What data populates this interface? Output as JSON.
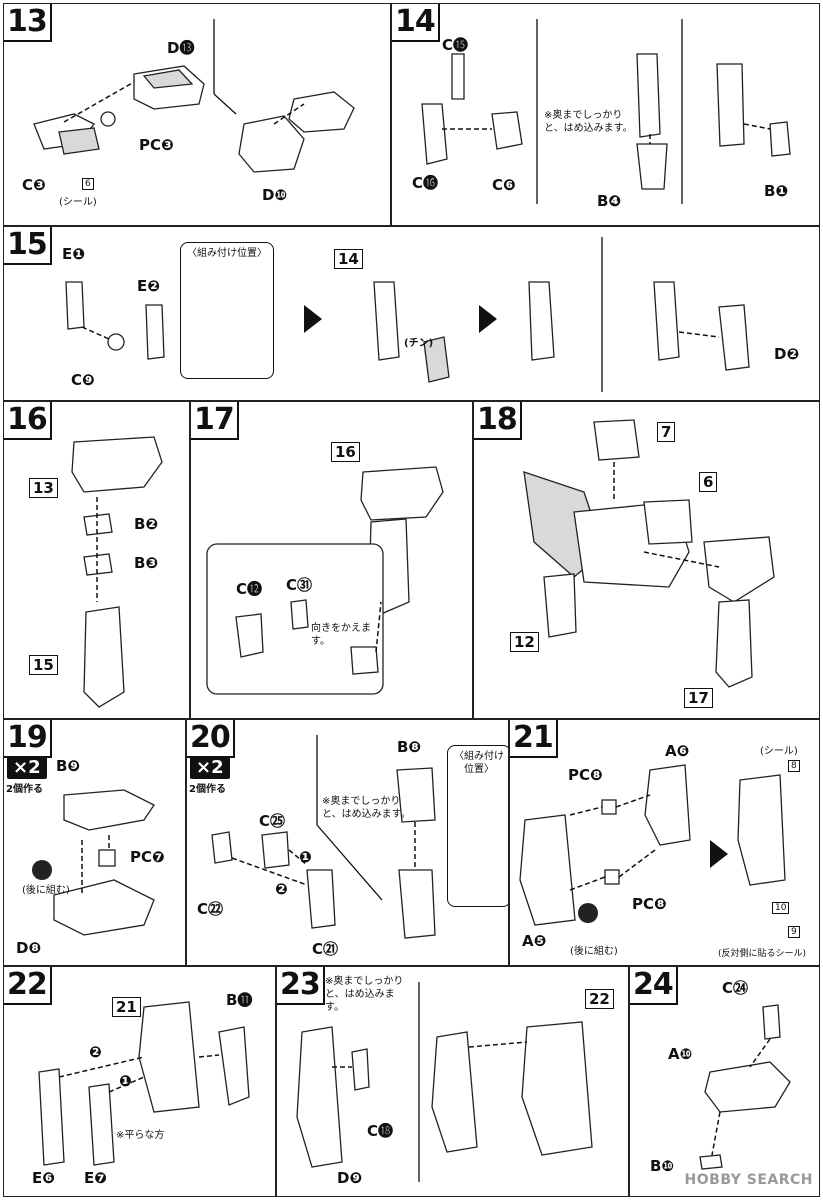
{
  "steps": {
    "s13": {
      "num": "13",
      "labels": {
        "d13": "D⓭",
        "pc3": "PC❸",
        "c3": "C❸",
        "d10": "D❿",
        "seal_tag": "6",
        "seal": "(シール)"
      }
    },
    "s14": {
      "num": "14",
      "labels": {
        "c15": "C⓯",
        "c16": "C⓰",
        "c6": "C❻",
        "b4": "B❹",
        "b1": "B❶"
      },
      "note": "※奥までしっかりと、はめ込みます。"
    },
    "s15": {
      "num": "15",
      "labels": {
        "e1": "E❶",
        "e2": "E❷",
        "c9": "C❾",
        "d2": "D❷",
        "ref14": "14",
        "click": "(チン)"
      },
      "box": "〈組み付け位置〉"
    },
    "s16": {
      "num": "16",
      "labels": {
        "ref13": "13",
        "b2": "B❷",
        "b3": "B❸",
        "ref15": "15"
      }
    },
    "s17": {
      "num": "17",
      "labels": {
        "ref16": "16",
        "c12": "C⓬",
        "c31": "C㉛"
      },
      "note": "向きをかえます。"
    },
    "s18": {
      "num": "18",
      "labels": {
        "ref7": "7",
        "ref6": "6",
        "ref12": "12",
        "ref17": "17"
      }
    },
    "s19": {
      "num": "19",
      "x2": "×2",
      "x2sub": "2個作る",
      "labels": {
        "b9": "B❾",
        "pc7": "PC❼",
        "d8": "D❽",
        "back": "(後に組む)"
      }
    },
    "s20": {
      "num": "20",
      "x2": "×2",
      "x2sub": "2個作る",
      "labels": {
        "b8": "B❽",
        "c25": "C㉕",
        "c22": "C㉒",
        "c21": "C㉑",
        "n1": "❶",
        "n2": "❷"
      },
      "note": "※奥までしっかりと、はめ込みます。",
      "box": "〈組み付け位置〉"
    },
    "s21": {
      "num": "21",
      "labels": {
        "pc8a": "PC❽",
        "a6": "A❻",
        "pc8b": "PC❽",
        "a5": "A❺",
        "back": "(後に組む)",
        "seal": "(シール)",
        "tag8": "8",
        "tag10": "10",
        "tag9": "9",
        "rev": "(反対側に貼るシール)"
      }
    },
    "s22": {
      "num": "22",
      "labels": {
        "ref21": "21",
        "b11": "B⓫",
        "e6": "E❻",
        "e7": "E❼",
        "n1": "❶",
        "n2": "❷"
      },
      "note": "※平らな方"
    },
    "s23": {
      "num": "23",
      "labels": {
        "ref22": "22",
        "c18": "C⓲",
        "d9": "D❾"
      },
      "note": "※奥までしっかりと、はめ込みます。"
    },
    "s24": {
      "num": "24",
      "labels": {
        "c24": "C㉔",
        "a10": "A❿",
        "b10": "B❿"
      }
    }
  },
  "watermark": "HOBBY SEARCH"
}
